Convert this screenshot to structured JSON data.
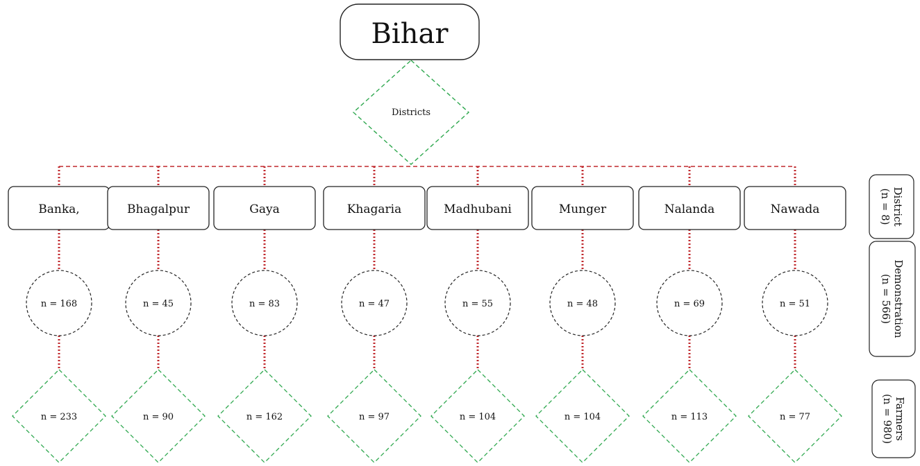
{
  "root": {
    "label": "Bihar"
  },
  "category": {
    "label": "Districts"
  },
  "districts": [
    {
      "name": "Banka,",
      "demonstrations": "n = 168",
      "farmers": "n = 233"
    },
    {
      "name": "Bhagalpur",
      "demonstrations": "n = 45",
      "farmers": "n = 90"
    },
    {
      "name": "Gaya",
      "demonstrations": "n = 83",
      "farmers": "n = 162"
    },
    {
      "name": "Khagaria",
      "demonstrations": "n = 47",
      "farmers": "n = 97"
    },
    {
      "name": "Madhubani",
      "demonstrations": "n = 55",
      "farmers": "n = 104"
    },
    {
      "name": "Munger",
      "demonstrations": "n = 48",
      "farmers": "n = 104"
    },
    {
      "name": "Nalanda",
      "demonstrations": "n = 69",
      "farmers": "n = 113"
    },
    {
      "name": "Nawada",
      "demonstrations": "n = 51",
      "farmers": "n = 77"
    }
  ],
  "side_labels": {
    "district": {
      "title": "District",
      "count": "(n = 8)"
    },
    "demonstration": {
      "title": "Demonstration",
      "count": "(n = 566)"
    },
    "farmers": {
      "title": "Farmers",
      "count": "(n = 980)"
    }
  },
  "colors": {
    "connector_red": "#c0282d",
    "dashed_green": "#2fa84f",
    "dashed_black": "#222222",
    "box_border": "#222222"
  }
}
